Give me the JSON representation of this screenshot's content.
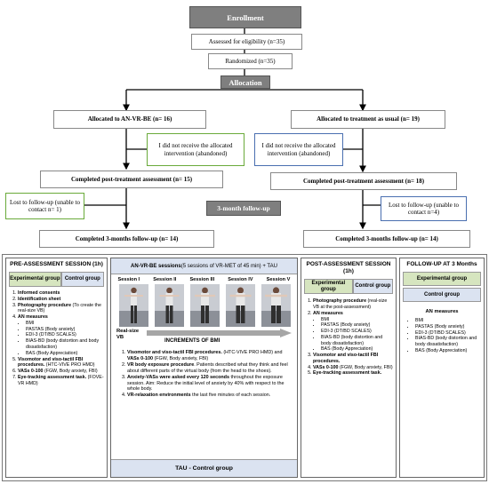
{
  "flow": {
    "enrollment": "Enrollment",
    "eligibility": "Assessed for eligibility (n=35)",
    "randomized": "Randomized (n=35)",
    "allocation": "Allocation",
    "alloc_left": "Allocated to AN-VR-BE (n= 16)",
    "alloc_right": "Allocated to treatment as usual (n= 19)",
    "no_receive_left": "I did not receive the allocated intervention (abandoned)",
    "no_receive_right": "I did not receive the allocated intervention (abandoned)",
    "post_left": "Completed post-treatment assessment (n= 15)",
    "post_right": "Completed post-treatment assessment (n= 18)",
    "lost_left": "Lost to follow-up (unable to contact n= 1)",
    "followup_hdr": "3-month follow-up",
    "lost_right": "Lost to follow-up (unable to contact n=4)",
    "complete_left": "Completed 3-months follow-up (n= 14)",
    "complete_right": "Completed 3-months follow-up (n= 14)"
  },
  "pre": {
    "title": "PRE-ASSESSMENT SESSION (1h)",
    "exp": "Experimental group",
    "ctl": "Control group",
    "items": [
      {
        "text": "Informed consents",
        "bold": true
      },
      {
        "text": "Identification sheet",
        "bold": true
      },
      {
        "lead": "Photography procedure",
        "rest": " (To create the real-size VB)"
      },
      {
        "lead": "AN measures",
        "rest": "",
        "subs": [
          "BMI",
          "PASTAS (Body anxiety)",
          "EDI-3 (DT/BD SCALES)",
          "BIAS-BD (body distortion and body dissatisfaction)",
          "BAS (Body Appreciation)"
        ]
      },
      {
        "lead": "Visomotor and viso-tactil FBI procedures.",
        "rest": " (HTC-VIVE PRO HMD)"
      },
      {
        "lead": "VASs 0-100",
        "rest": " (FGW, Body anxiety, FBI)"
      },
      {
        "lead": "Eye-tracking assessment task.",
        "rest": " (FOVE-VR HMD)"
      }
    ]
  },
  "mid": {
    "title_bold": "AN-VR-BE sessions",
    "title_rest": " (5 sessions of VR-MET of 45 min) + TAU",
    "sessions": [
      "Session I",
      "Session II",
      "Session III",
      "Session IV",
      "Session V"
    ],
    "real_size": "Real-size VB",
    "increments": "INCREMENTS OF BMI",
    "items": [
      {
        "lead": "Visomotor and viso-tactil FBI procedures.",
        "rest": " (HTC-VIVE PRO HMD) and ",
        "lead2": "VASs 0-100",
        "rest2": " (FGW, Body anxiety, FBI)"
      },
      {
        "lead": "VR body exposure  procedure",
        "rest": ". Patients described what they think and feel about different parts of the virtual body (from the head to the shoes)."
      },
      {
        "lead": "Anxiety-VASs were asked every 120 seconds",
        "rest": " throughout the exposure session. Aim: Reduce the initial level of anxiety by 40% with respect to the whole body."
      },
      {
        "lead": "VR-relaxation environments",
        "rest": " the last five minutes of each session."
      }
    ],
    "tau": "TAU - Control group"
  },
  "post": {
    "title": "POST-ASSESSMENT SESSION (1h)",
    "exp": "Experimental group",
    "ctl": "Control group",
    "items": [
      {
        "lead": "Photography procedure",
        "rest": " (real-size VB at the post-assessment)"
      },
      {
        "lead": "AN measures",
        "rest": "",
        "subs": [
          "BMI",
          "PASTAS (Body anxiety)",
          "EDI-3 (DT/BD SCALES)",
          "BIAS-BD (body distortion and body dissatisfaction)",
          "BAS (Body Appreciation)"
        ]
      },
      {
        "lead": "Visomotor and viso-tactil FBI procedures.",
        "rest": ""
      },
      {
        "lead": "VASs 0-100",
        "rest": " (FGW, Body anxiety, FBI)"
      },
      {
        "lead": "Eye-tracking assessment task.",
        "rest": ""
      }
    ]
  },
  "fu": {
    "title": "FOLLOW-UP AT 3 Months",
    "exp": "Experimental group",
    "ctl": "Control group",
    "measures": "AN measures",
    "subs": [
      "BMI",
      "PASTAS (Body anxiety)",
      "EDI-3 (DT/BD SCALES)",
      "BIAS-BD (body distortion and body dissatisfaction)",
      "BAS (Body Appreciation)"
    ]
  }
}
